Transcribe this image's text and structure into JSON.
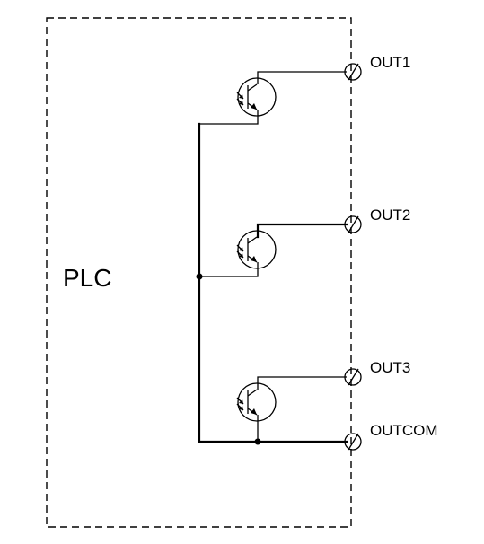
{
  "block_label": "PLC",
  "terminals": [
    {
      "label": "OUT1"
    },
    {
      "label": "OUT2"
    },
    {
      "label": "OUT3"
    },
    {
      "label": "OUTCOM"
    }
  ]
}
